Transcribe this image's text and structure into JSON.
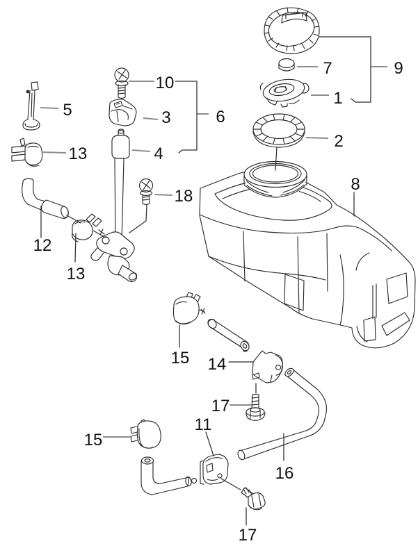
{
  "figure": {
    "kind": "exploded-parts-diagram",
    "subject": "fuel-tank-assembly",
    "background_color": "#ffffff",
    "line_color": "#2b2b2b",
    "leader_color": "#8c8c8c",
    "label_color": "#111111"
  },
  "callouts": [
    {
      "text": "10"
    },
    {
      "text": "5"
    },
    {
      "text": "3"
    },
    {
      "text": "6"
    },
    {
      "text": "13"
    },
    {
      "text": "4"
    },
    {
      "text": "7"
    },
    {
      "text": "9"
    },
    {
      "text": "1"
    },
    {
      "text": "2"
    },
    {
      "text": "18"
    },
    {
      "text": "8"
    },
    {
      "text": "12"
    },
    {
      "text": "13"
    },
    {
      "text": "15"
    },
    {
      "text": "14"
    },
    {
      "text": "17"
    },
    {
      "text": "11"
    },
    {
      "text": "15"
    },
    {
      "text": "16"
    },
    {
      "text": "17"
    }
  ]
}
